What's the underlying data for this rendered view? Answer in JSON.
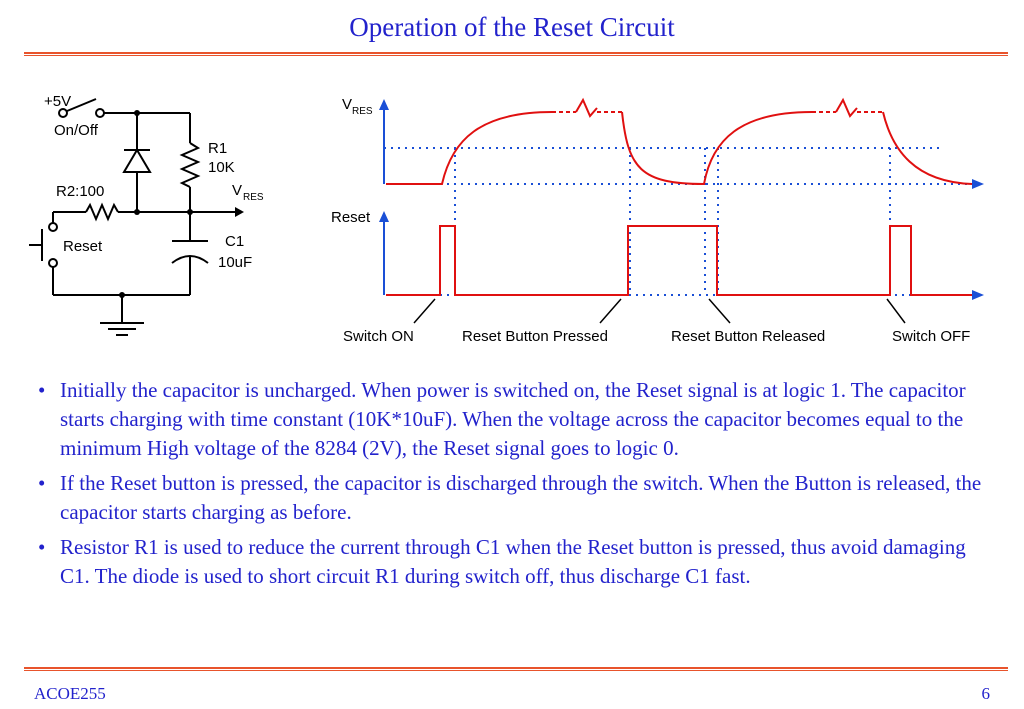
{
  "slide": {
    "title": "Operation of the Reset Circuit",
    "footer_left": "ACOE255",
    "page_number": "6"
  },
  "circuit": {
    "supply_label": "+5V",
    "switch_label": "On/Off",
    "r1_name": "R1",
    "r1_value": "10K",
    "vres_label": "V",
    "vres_sub": "RES",
    "r2_label": "R2:100",
    "c1_name": "C1",
    "c1_value": "10uF",
    "reset_label": "Reset"
  },
  "timing": {
    "vres_axis_label": "V",
    "vres_axis_sub": "RES",
    "reset_axis_label": "Reset",
    "events": [
      "Switch ON",
      "Reset Button Pressed",
      "Reset Button Released",
      "Switch OFF"
    ]
  },
  "colors": {
    "title": "#2222cc",
    "rule": "#e8542c",
    "trace": "#e01010",
    "axis": "#1a4fd6"
  },
  "bullets": [
    "Initially the capacitor is uncharged. When power is switched on, the Reset signal is at logic 1. The capacitor starts charging with time constant (10K*10uF). When the voltage across the capacitor becomes equal to the minimum High voltage of the 8284 (2V), the Reset signal goes to logic 0.",
    "If the Reset button is pressed, the capacitor is discharged through the switch. When the Button is released, the capacitor starts charging as before.",
    "Resistor R1 is used to reduce the current through C1 when the Reset button is pressed, thus avoid damaging C1. The diode is used to short circuit R1 during switch off, thus discharge C1 fast."
  ]
}
